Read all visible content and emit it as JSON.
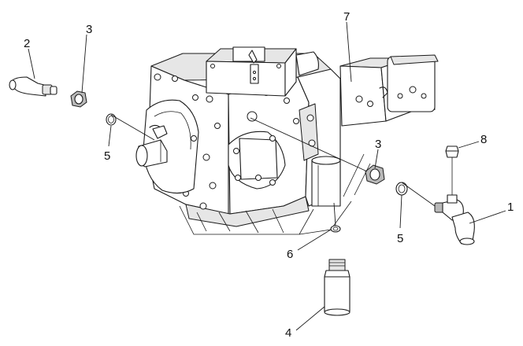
{
  "callouts": {
    "c1": "1",
    "c2": "2",
    "c3a": "3",
    "c3b": "3",
    "c4": "4",
    "c5a": "5",
    "c5b": "5",
    "c6": "6",
    "c7": "7",
    "c8": "8"
  },
  "colors": {
    "line": "#1a1a1a",
    "shade": "#e6e6e6",
    "background": "#ffffff"
  }
}
